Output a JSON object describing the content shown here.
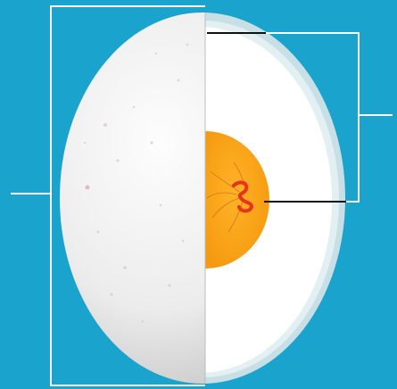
{
  "diagram": {
    "subject": "egg-cross-section",
    "labels": [],
    "colors": {
      "background": "#1aa3cc",
      "shell": "#f4f4f4",
      "shell_shade": "#c9c9c9",
      "albumen": "#ffffff",
      "membrane": "#cfe7ef",
      "yolk": "#f7a21b",
      "yolk_edge": "#f29a0f",
      "germinal_disc": "#e8341c",
      "blood_vessels": "#d9601e",
      "leader_white": "#ffffff",
      "leader_dark": "#111111"
    },
    "parts": [
      {
        "id": "whole-egg",
        "callout_color": "leader_white"
      },
      {
        "id": "shell",
        "callout_color": "leader_dark"
      },
      {
        "id": "egg-white",
        "callout_color": "leader_white"
      },
      {
        "id": "yolk",
        "callout_color": "leader_dark"
      }
    ]
  }
}
